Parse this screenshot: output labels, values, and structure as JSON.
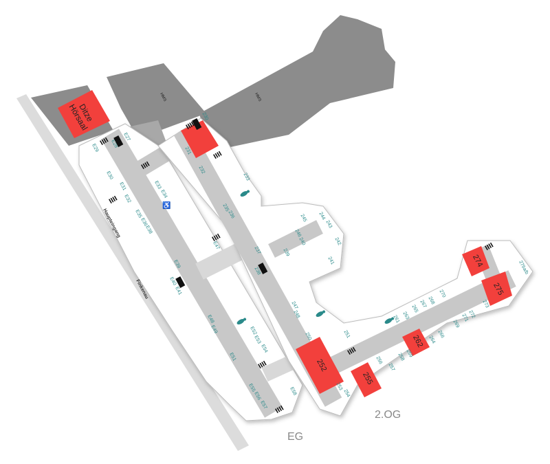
{
  "map": {
    "floor_labels": {
      "ground": "EG",
      "second": "2.OG"
    },
    "streets": {
      "entrance": "Haupteingang",
      "street": "Finkenau"
    },
    "lecture_hall": {
      "line1": "Ditze",
      "line2": "Hörsaal"
    },
    "neighbor_building": "HMS",
    "red_rooms": [
      "252",
      "255",
      "262",
      "274",
      "275"
    ],
    "ground_floor_rooms": [
      "E27",
      "E28",
      "E29",
      "E30",
      "E31",
      "E32",
      "E33",
      "E34",
      "E35",
      "E36",
      "E38",
      "E47",
      "E39",
      "E40",
      "E41",
      "E48",
      "E49",
      "E51",
      "E52",
      "E53",
      "E54",
      "E55",
      "E56",
      "E57",
      "E58"
    ],
    "second_floor_rooms": [
      "230",
      "231",
      "232",
      "233",
      "235",
      "236",
      "237",
      "238",
      "239",
      "240",
      "246",
      "245",
      "244",
      "243",
      "242",
      "241",
      "247",
      "248",
      "250",
      "251",
      "253",
      "254",
      "256",
      "257",
      "258",
      "259",
      "261",
      "263",
      "265",
      "267",
      "268",
      "270",
      "264",
      "266",
      "269",
      "271",
      "272",
      "273",
      "276a/b"
    ],
    "colors": {
      "highlight": "#f2403c",
      "building_dark": "#8c8c8c",
      "corridor": "#c8c8c8",
      "room_label": "#2a8a8a"
    },
    "icons": [
      "toilet-icon",
      "wheelchair-icon",
      "stairs-icon",
      "elevator-icon"
    ]
  }
}
